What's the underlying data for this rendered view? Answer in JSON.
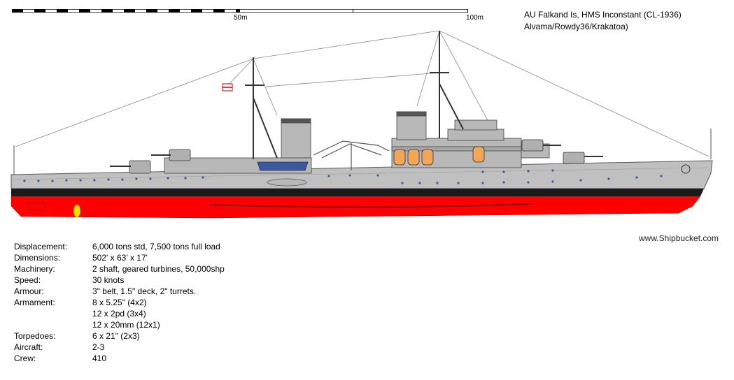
{
  "scale": {
    "mark_50": "50m",
    "mark_100": "100m"
  },
  "title": {
    "line1": "AU Falkand Is, HMS Inconstant (CL-1936)",
    "line2": "Alvama/Rowdy36/Krakatoa)"
  },
  "credit": "www.Shipbucket.com",
  "colors": {
    "hull": "#c0c0c0",
    "waterline": "#1a1a1a",
    "antifouling": "#ff0000",
    "bluebands": "#3d5a9c"
  },
  "specs": [
    {
      "label": "Displacement:",
      "value": "6,000 tons std, 7,500 tons full load"
    },
    {
      "label": "Dimensions:",
      "value": "502' x 63' x 17'"
    },
    {
      "label": "Machinery:",
      "value": "2 shaft, geared turbines, 50,000shp"
    },
    {
      "label": "Speed:",
      "value": "30 knots"
    },
    {
      "label": "Armour:",
      "value": "3\" belt, 1.5\" deck, 2\" turrets."
    },
    {
      "label": "Armament:",
      "value": "8 x 5.25\" (4x2)"
    },
    {
      "label": "",
      "value": "12 x 2pd (3x4)"
    },
    {
      "label": "",
      "value": "12 x 20mm (12x1)"
    },
    {
      "label": "Torpedoes:",
      "value": "6 x 21\" (2x3)"
    },
    {
      "label": "Aircraft:",
      "value": "2-3"
    },
    {
      "label": "Crew:",
      "value": "410"
    }
  ]
}
